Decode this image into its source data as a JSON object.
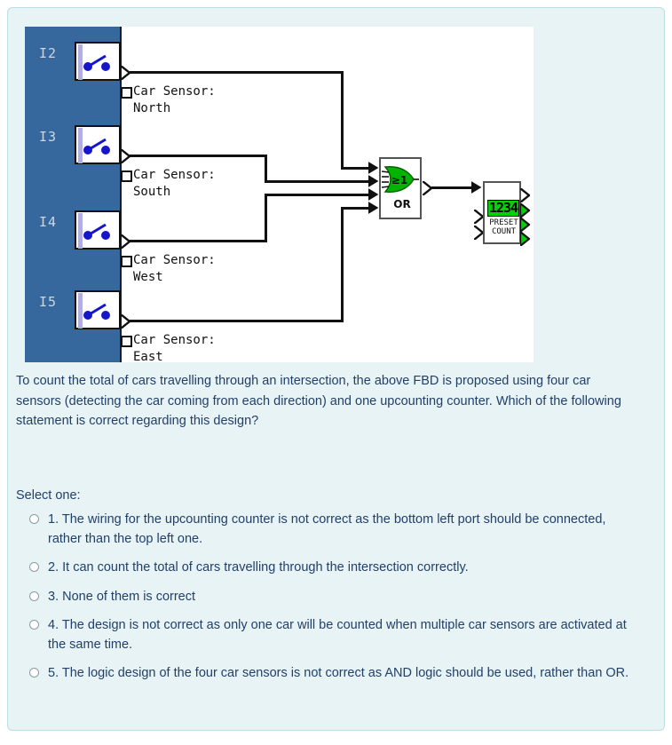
{
  "figure": {
    "alt": "Function Block Diagram: four car sensors feeding an OR gate into an upcounting counter",
    "inputs": [
      {
        "tag": "I2",
        "comment_line1": "Car Sensor:",
        "comment_line2": "North",
        "icon": "switch-contact-icon"
      },
      {
        "tag": "I3",
        "comment_line1": "Car Sensor:",
        "comment_line2": "South",
        "icon": "switch-contact-icon"
      },
      {
        "tag": "I4",
        "comment_line1": "Car Sensor:",
        "comment_line2": "West",
        "icon": "switch-contact-icon"
      },
      {
        "tag": "I5",
        "comment_line1": "Car Sensor:",
        "comment_line2": "East",
        "icon": "switch-contact-icon"
      }
    ],
    "or_gate": {
      "symbol": "≥1",
      "label": "OR",
      "icon": "or-gate-icon",
      "input_count": 4,
      "output_count": 1,
      "fill_color": "#00b400"
    },
    "counter": {
      "display_value": "1234",
      "word_line1": "PRESET",
      "word_line2": "COUNT",
      "icon": "upcounter-icon",
      "display_color": "#00d200",
      "left_port_count": 3,
      "right_port_count": 4
    },
    "colors": {
      "rail_blue": "#36679d",
      "rail_label": "#ccd7e4",
      "wire": "#111111",
      "panel_white": "#ffffff",
      "contact_blue": "#1515cc",
      "contact_bar": "#b3aee0"
    }
  },
  "question": {
    "text": "To count the total of cars travelling through an intersection, the above FBD is proposed using four car sensors (detecting the car coming from each direction) and one upcounting counter. Which of the following statement is correct regarding this design?",
    "select_prompt": "Select one:",
    "options": [
      {
        "number": "1.",
        "text": "1. The wiring for the upcounting counter is not correct as the bottom left port should be connected, rather than the top left one.",
        "selected": false
      },
      {
        "number": "2.",
        "text": "2. It can count the total of cars travelling through the intersection correctly.",
        "selected": false
      },
      {
        "number": "3.",
        "text": "3. None of them is correct",
        "selected": false
      },
      {
        "number": "4.",
        "text": "4. The design is not correct as only one car will be counted when multiple car sensors are activated at the same time.",
        "selected": false
      },
      {
        "number": "5.",
        "text": "5. The logic design of the four car sensors is not correct as AND logic should be used, rather than OR.",
        "selected": false
      }
    ]
  },
  "theme": {
    "card_background": "#e7f3f4",
    "card_border": "#bcdfe4",
    "text_color": "#23406b"
  }
}
